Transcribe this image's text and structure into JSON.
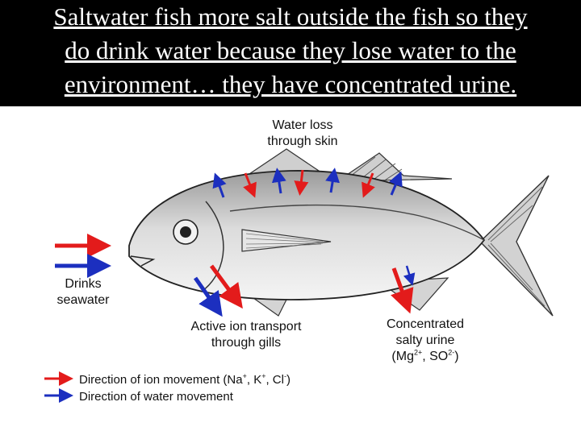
{
  "title_lines": [
    "Saltwater fish more salt outside the fish so they",
    "do drink water because they lose water to the",
    "environment… they have concentrated urine."
  ],
  "labels": {
    "water_loss": [
      "Water loss",
      "through skin"
    ],
    "drinks": [
      "Drinks",
      "seawater"
    ],
    "active_ion": [
      "Active ion transport",
      "through gills"
    ],
    "concentrated": [
      "Concentrated",
      "salty urine"
    ]
  },
  "urine_ions": {
    "open": "(Mg",
    "mg_charge": "2+",
    "sep": ", SO",
    "so_charge": "2-",
    "close": ")"
  },
  "legend": {
    "ion_prefix": "Direction of ion movement (Na",
    "na_charge": "+",
    "sep1": ", K",
    "k_charge": "+",
    "sep2": ", Cl",
    "cl_charge": "-",
    "ion_suffix": ")",
    "water": "Direction of water movement"
  },
  "colors": {
    "ion": "#e31b1b",
    "water": "#1c2fbf",
    "title_bg": "#000000",
    "title_text": "#ffffff"
  }
}
